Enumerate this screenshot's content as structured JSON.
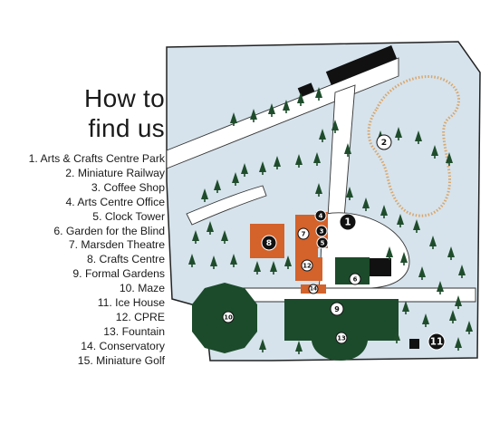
{
  "title_line1": "How to",
  "title_line2": "find us",
  "legend": [
    "1. Arts & Crafts Centre Park",
    "2. Miniature Railway",
    "3. Coffee Shop",
    "4. Arts Centre Office",
    "5. Clock Tower",
    "6. Garden for the Blind",
    "7. Marsden Theatre",
    "8. Crafts Centre",
    "9. Formal Gardens",
    "10. Maze",
    "11. Ice House",
    "12. CPRE",
    "13. Fountain",
    "14. Conservatory",
    "15. Miniature Golf"
  ],
  "markers": {
    "m1": "1",
    "m2": "2",
    "m3": "3",
    "m4": "4",
    "m5": "5",
    "m6": "6",
    "m7": "7",
    "m8": "8",
    "m9": "9",
    "m10": "10",
    "m11": "11",
    "m12": "12",
    "m13": "13",
    "m14": "14"
  },
  "colors": {
    "background": "#ffffff",
    "park": "#d6e3ec",
    "road": "#ffffff",
    "building": "#d3622b",
    "garden": "#1c4b2b",
    "tree": "#1f4d2c",
    "railway": "#d9a66a",
    "outline": "#111111"
  }
}
